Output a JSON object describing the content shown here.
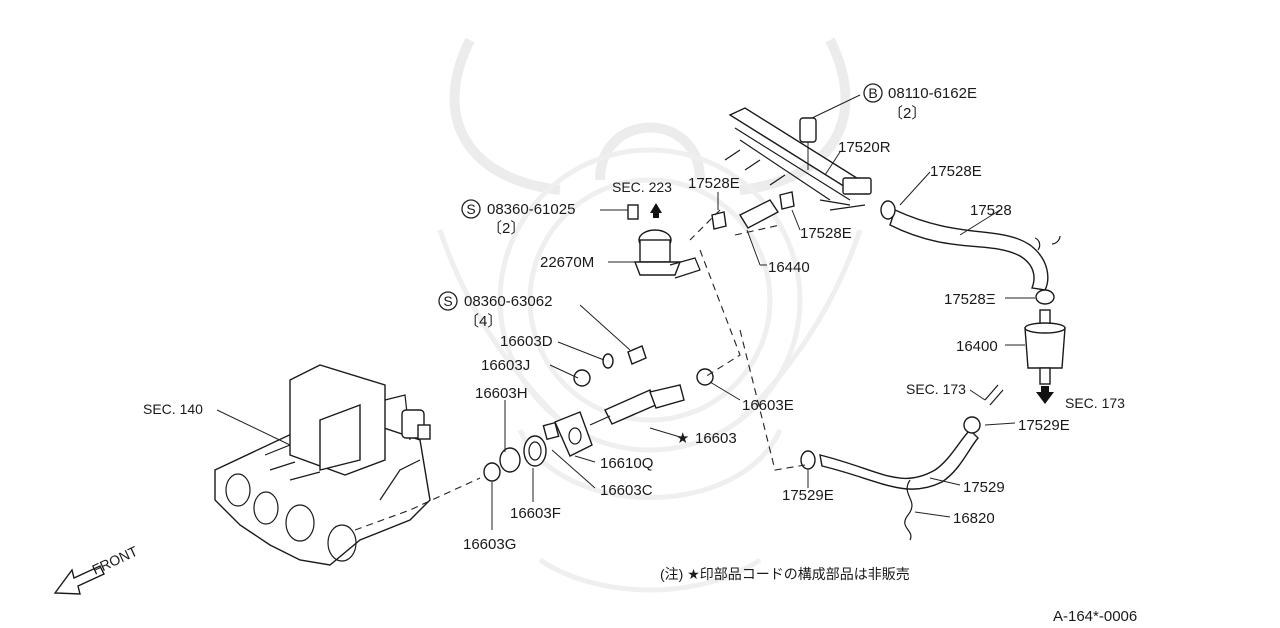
{
  "labels": {
    "bolt_b": "08110-6162E",
    "bolt_b_qty": "〔2〕",
    "l_17520R": "17520R",
    "l_17528E_a": "17528E",
    "l_17528E_b": "17528E",
    "l_17528E_c": "17528E",
    "l_17528E_d": "17528Ξ",
    "l_17528": "17528",
    "sec223": "SEC. 223",
    "screw_s1": "08360-61025",
    "screw_s1_qty": "〔2〕",
    "l_22670M": "22670M",
    "l_16440": "16440",
    "screw_s2": "08360-63062",
    "screw_s2_qty": "〔4〕",
    "l_16603D": "16603D",
    "l_16603J": "16603J",
    "l_16603H": "16603H",
    "l_16603E": "16603E",
    "l_16603": "16603",
    "l_16610Q": "16610Q",
    "l_16603C": "16603C",
    "l_16603F": "16603F",
    "l_16603G": "16603G",
    "l_16400": "16400",
    "sec173_a": "SEC. 173",
    "sec173_b": "SEC. 173",
    "l_17529E_a": "17529E",
    "l_17529E_b": "17529E",
    "l_17529": "17529",
    "l_16820": "16820",
    "sec140": "SEC. 140",
    "front": "FRONT",
    "note": "(注) ★印部品コードの構成部品は非販売",
    "code": "A-164*-0006"
  },
  "symbols": {
    "circle_b": "B",
    "circle_s": "S",
    "star": "★"
  }
}
